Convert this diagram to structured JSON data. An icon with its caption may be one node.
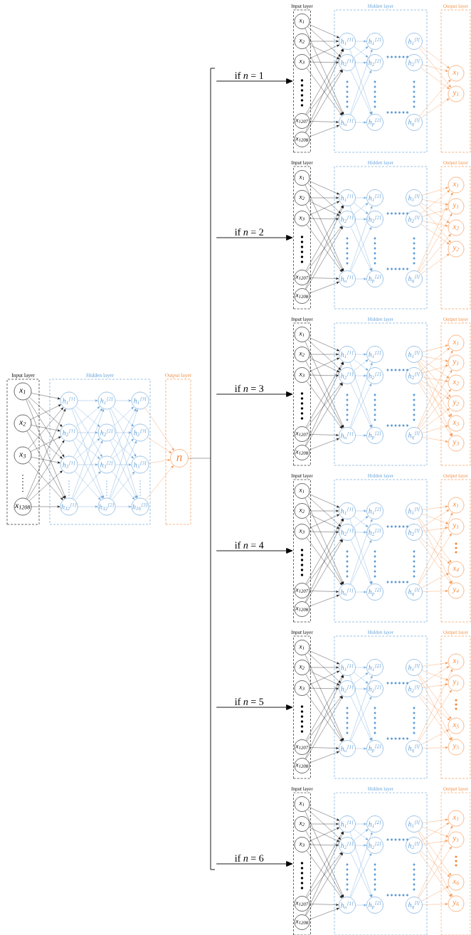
{
  "diagram": {
    "nodes": [
      {
        "text": [
          "Input layer"
        ]
      },
      {
        "text": [
          "x$_{1}$"
        ],
        "in": 0
      },
      {
        "text": [
          "x$_{2}$"
        ],
        "in": 0
      },
      {
        "text": [
          "x$_{3}$"
        ],
        "in": 0
      },
      {
        "text": [
          "x$_{1208}$"
        ],
        "in": 0
      },
      {
        "text": [
          "Hidden layer"
        ]
      },
      {
        "text": [
          "h$_{1}$$^{[1]}$"
        ],
        "in": 5
      },
      {
        "text": [
          "h$_{2}$$^{[1]}$"
        ],
        "in": 5
      },
      {
        "text": [
          "h$_{3}$$^{[1]}$"
        ],
        "in": 5
      },
      {
        "text": [
          "h$_{32}$$^{[1]}$"
        ],
        "in": 5
      },
      {
        "text": [
          "h$_{1}$$^{[2]}$"
        ],
        "in": 5
      },
      {
        "text": [
          "h$_{2}$$^{[2]}$"
        ],
        "in": 5
      },
      {
        "text": [
          "h$_{3}$$^{[2]}$"
        ],
        "in": 5
      },
      {
        "text": [
          "h$_{32}$$^{[2]}$"
        ],
        "in": 5
      },
      {
        "text": [
          "h$_{1}$$^{[3]}$"
        ],
        "in": 5
      },
      {
        "text": [
          "h$_{2}$$^{[3]}$"
        ],
        "in": 5
      },
      {
        "text": [
          "h$_{3}$$^{[3]}$"
        ],
        "in": 5
      },
      {
        "text": [
          "h$_{16}$$^{[3]}$"
        ],
        "in": 5
      },
      {
        "text": [
          "Output layer"
        ]
      },
      {
        "text": [
          "n"
        ],
        "in": 18
      },
      {
        "text": [
          "Input layer"
        ]
      },
      {
        "text": [
          "x$_{1}$"
        ],
        "in": 20
      },
      {
        "text": [
          "x$_{2}$"
        ],
        "in": 20
      },
      {
        "text": [
          "x$_{3}$"
        ],
        "in": 20
      },
      {
        "text": [
          "x$_{1207}$"
        ],
        "in": 20
      },
      {
        "text": [
          "x$_{1208}$"
        ],
        "in": 20
      },
      {
        "text": [
          "Hidden layer"
        ]
      },
      {
        "text": [
          "h$_{1}$$^{[1]}$"
        ],
        "in": 26
      },
      {
        "text": [
          "h$_{2}$$^{[1]}$"
        ],
        "in": 26
      },
      {
        "text": [
          "h$_{n}$$^{[1]}$"
        ],
        "in": 26
      },
      {
        "text": [
          "h$_{1}$$^{[2]}$"
        ],
        "in": 26
      },
      {
        "text": [
          "h$_{2}$$^{[2]}$"
        ],
        "in": 26
      },
      {
        "text": [
          "h$_{p}$$^{[2]}$"
        ],
        "in": 26
      },
      {
        "text": [
          "h$_{1}$$^{[l]}$"
        ],
        "in": 26
      },
      {
        "text": [
          "h$_{2}$$^{[l]}$"
        ],
        "in": 26
      },
      {
        "text": [
          "h$_{q}$$^{[l]}$"
        ],
        "in": 26
      },
      {
        "text": [
          "Output layer"
        ]
      },
      {
        "text": [
          "x$_{1}$"
        ],
        "in": 36
      },
      {
        "text": [
          "y$_{1}$"
        ],
        "in": 36
      },
      {
        "text": [
          "Input layer"
        ]
      },
      {
        "text": [
          "x$_{1}$"
        ],
        "in": 39
      },
      {
        "text": [
          "x$_{2}$"
        ],
        "in": 39
      },
      {
        "text": [
          "x$_{3}$"
        ],
        "in": 39
      },
      {
        "text": [
          "x$_{1207}$"
        ],
        "in": 39
      },
      {
        "text": [
          "x$_{1208}$"
        ],
        "in": 39
      },
      {
        "text": [
          "Hidden layer"
        ]
      },
      {
        "text": [
          "h$_{1}$$^{[1]}$"
        ],
        "in": 45
      },
      {
        "text": [
          "h$_{2}$$^{[1]}$"
        ],
        "in": 45
      },
      {
        "text": [
          "h$_{n}$$^{[1]}$"
        ],
        "in": 45
      },
      {
        "text": [
          "h$_{1}$$^{[2]}$"
        ],
        "in": 45
      },
      {
        "text": [
          "h$_{2}$$^{[2]}$"
        ],
        "in": 45
      },
      {
        "text": [
          "h$_{p}$$^{[2]}$"
        ],
        "in": 45
      },
      {
        "text": [
          "h$_{1}$$^{[l]}$"
        ],
        "in": 45
      },
      {
        "text": [
          "h$_{2}$$^{[l]}$"
        ],
        "in": 45
      },
      {
        "text": [
          "h$_{q}$$^{[l]}$"
        ],
        "in": 45
      },
      {
        "text": [
          "Output layer"
        ]
      },
      {
        "text": [
          "x$_{1}$"
        ],
        "in": 55
      },
      {
        "text": [
          "y$_{1}$"
        ],
        "in": 55
      },
      {
        "text": [
          "x$_{2}$"
        ],
        "in": 55
      },
      {
        "text": [
          "y$_{2}$"
        ],
        "in": 55
      },
      {
        "text": [
          "Input layer"
        ]
      },
      {
        "text": [
          "x$_{1}$"
        ],
        "in": 60
      },
      {
        "text": [
          "x$_{2}$"
        ],
        "in": 60
      },
      {
        "text": [
          "x$_{3}$"
        ],
        "in": 60
      },
      {
        "text": [
          "x$_{1207}$"
        ],
        "in": 60
      },
      {
        "text": [
          "x$_{1208}$"
        ],
        "in": 60
      },
      {
        "text": [
          "Hidden layer"
        ]
      },
      {
        "text": [
          "h$_{1}$$^{[1]}$"
        ],
        "in": 66
      },
      {
        "text": [
          "h$_{2}$$^{[1]}$"
        ],
        "in": 66
      },
      {
        "text": [
          "h$_{n}$$^{[1]}$"
        ],
        "in": 66
      },
      {
        "text": [
          "h$_{1}$$^{[2]}$"
        ],
        "in": 66
      },
      {
        "text": [
          "h$_{2}$$^{[2]}$"
        ],
        "in": 66
      },
      {
        "text": [
          "h$_{p}$$^{[2]}$"
        ],
        "in": 66
      },
      {
        "text": [
          "h$_{1}$$^{[l]}$"
        ],
        "in": 66
      },
      {
        "text": [
          "h$_{2}$$^{[l]}$"
        ],
        "in": 66
      },
      {
        "text": [
          "h$_{q}$$^{[l]}$"
        ],
        "in": 66
      },
      {
        "text": [
          "Output layer"
        ]
      },
      {
        "text": [
          "x$_{1}$"
        ],
        "in": 76
      },
      {
        "text": [
          "y$_{1}$"
        ],
        "in": 76
      },
      {
        "text": [
          "x$_{2}$"
        ],
        "in": 76
      },
      {
        "text": [
          "y$_{2}$"
        ],
        "in": 76
      },
      {
        "text": [
          "x$_{3}$"
        ],
        "in": 76
      },
      {
        "text": [
          "y$_{3}$"
        ],
        "in": 76
      },
      {
        "text": [
          "Input layer"
        ]
      },
      {
        "text": [
          "x$_{1}$"
        ],
        "in": 83
      },
      {
        "text": [
          "x$_{2}$"
        ],
        "in": 83
      },
      {
        "text": [
          "x$_{3}$"
        ],
        "in": 83
      },
      {
        "text": [
          "x$_{1207}$"
        ],
        "in": 83
      },
      {
        "text": [
          "x$_{1208}$"
        ],
        "in": 83
      },
      {
        "text": [
          "Hidden layer"
        ]
      },
      {
        "text": [
          "h$_{1}$$^{[1]}$"
        ],
        "in": 89
      },
      {
        "text": [
          "h$_{2}$$^{[1]}$"
        ],
        "in": 89
      },
      {
        "text": [
          "h$_{n}$$^{[1]}$"
        ],
        "in": 89
      },
      {
        "text": [
          "h$_{1}$$^{[2]}$"
        ],
        "in": 89
      },
      {
        "text": [
          "h$_{2}$$^{[2]}$"
        ],
        "in": 89
      },
      {
        "text": [
          "h$_{p}$$^{[2]}$"
        ],
        "in": 89
      },
      {
        "text": [
          "h$_{1}$$^{[l]}$"
        ],
        "in": 89
      },
      {
        "text": [
          "h$_{2}$$^{[l]}$"
        ],
        "in": 89
      },
      {
        "text": [
          "h$_{q}$$^{[l]}$"
        ],
        "in": 89
      },
      {
        "text": [
          "Output layer"
        ]
      },
      {
        "text": [
          "x$_{1}$"
        ],
        "in": 99
      },
      {
        "text": [
          "y$_{1}$"
        ],
        "in": 99
      },
      {
        "text": [
          "x$_{4}$"
        ],
        "in": 99
      },
      {
        "text": [
          "y$_{4}$"
        ],
        "in": 99
      },
      {
        "text": [
          "Input layer"
        ]
      },
      {
        "text": [
          "x$_{1}$"
        ],
        "in": 104
      },
      {
        "text": [
          "x$_{2}$"
        ],
        "in": 104
      },
      {
        "text": [
          "x$_{3}$"
        ],
        "in": 104
      },
      {
        "text": [
          "x$_{1207}$"
        ],
        "in": 104
      },
      {
        "text": [
          "x$_{1208}$"
        ],
        "in": 104
      },
      {
        "text": [
          "Hidden layer"
        ]
      },
      {
        "text": [
          "h$_{1}$$^{[1]}$"
        ],
        "in": 110
      },
      {
        "text": [
          "h$_{2}$$^{[1]}$"
        ],
        "in": 110
      },
      {
        "text": [
          "h$_{n}$$^{[1]}$"
        ],
        "in": 110
      },
      {
        "text": [
          "h$_{1}$$^{[2]}$"
        ],
        "in": 110
      },
      {
        "text": [
          "h$_{2}$$^{[2]}$"
        ],
        "in": 110
      },
      {
        "text": [
          "h$_{p}$$^{[2]}$"
        ],
        "in": 110
      },
      {
        "text": [
          "h$_{1}$$^{[l]}$"
        ],
        "in": 110
      },
      {
        "text": [
          "h$_{2}$$^{[l]}$"
        ],
        "in": 110
      },
      {
        "text": [
          "h$_{q}$$^{[l]}$"
        ],
        "in": 110
      },
      {
        "text": [
          "Output layer"
        ]
      },
      {
        "text": [
          "x$_{1}$"
        ],
        "in": 120
      },
      {
        "text": [
          "y$_{1}$"
        ],
        "in": 120
      },
      {
        "text": [
          "x$_{5}$"
        ],
        "in": 120
      },
      {
        "text": [
          "y$_{5}$"
        ],
        "in": 120
      },
      {
        "text": [
          "Input layer"
        ]
      },
      {
        "text": [
          "x$_{1}$"
        ],
        "in": 125
      },
      {
        "text": [
          "x$_{2}$"
        ],
        "in": 125
      },
      {
        "text": [
          "x$_{3}$"
        ],
        "in": 125
      },
      {
        "text": [
          "x$_{1207}$"
        ],
        "in": 125
      },
      {
        "text": [
          "x$_{1208}$"
        ],
        "in": 125
      },
      {
        "text": [
          "Hidden layer"
        ]
      },
      {
        "text": [
          "h$_{1}$$^{[1]}$"
        ],
        "in": 131
      },
      {
        "text": [
          "h$_{2}$$^{[1]}$"
        ],
        "in": 131
      },
      {
        "text": [
          "h$_{n}$$^{[1]}$"
        ],
        "in": 131
      },
      {
        "text": [
          "h$_{1}$$^{[2]}$"
        ],
        "in": 131
      },
      {
        "text": [
          "h$_{2}$$^{[2]}$"
        ],
        "in": 131
      },
      {
        "text": [
          "h$_{p}$$^{[2]}$"
        ],
        "in": 131
      },
      {
        "text": [
          "h$_{1}$$^{[l]}$"
        ],
        "in": 131
      },
      {
        "text": [
          "h$_{2}$$^{[l]}$"
        ],
        "in": 131
      },
      {
        "text": [
          "h$_{q}$$^{[l]}$"
        ],
        "in": 131
      },
      {
        "text": [
          "Output layer"
        ]
      },
      {
        "text": [
          "x$_{1}$"
        ],
        "in": 141
      },
      {
        "text": [
          "y$_{1}$"
        ],
        "in": 141
      },
      {
        "text": [
          "x$_{6}$"
        ],
        "in": 141
      },
      {
        "text": [
          "y$_{6}$"
        ],
        "in": 141
      },
      {
        "text": [],
        "shape": "bracket"
      }
    ],
    "edges": [
      {
        "from": 1,
        "to": 6,
        "arrow": "to"
      },
      {
        "from": 1,
        "to": 7,
        "arrow": "to"
      },
      {
        "from": 1,
        "to": 8,
        "arrow": "to"
      },
      {
        "from": 1,
        "to": 9,
        "arrow": "to"
      },
      {
        "from": 2,
        "to": 6,
        "arrow": "to"
      },
      {
        "from": 2,
        "to": 7,
        "arrow": "to"
      },
      {
        "from": 2,
        "to": 8,
        "arrow": "to"
      },
      {
        "from": 2,
        "to": 9,
        "arrow": "to"
      },
      {
        "from": 3,
        "to": 6,
        "arrow": "to"
      },
      {
        "from": 3,
        "to": 7,
        "arrow": "to"
      },
      {
        "from": 3,
        "to": 8,
        "arrow": "to"
      },
      {
        "from": 3,
        "to": 9,
        "arrow": "to"
      },
      {
        "from": 4,
        "to": 6,
        "arrow": "to"
      },
      {
        "from": 4,
        "to": 7,
        "arrow": "to"
      },
      {
        "from": 4,
        "to": 8,
        "arrow": "to"
      },
      {
        "from": 4,
        "to": 9,
        "arrow": "to"
      },
      {
        "from": 6,
        "to": 10,
        "arrow": "to",
        "color": "#5b9bd5"
      },
      {
        "from": 6,
        "to": 11,
        "arrow": "to",
        "color": "#5b9bd5"
      },
      {
        "from": 6,
        "to": 12,
        "arrow": "to",
        "color": "#5b9bd5"
      },
      {
        "from": 6,
        "to": 13,
        "arrow": "to",
        "color": "#5b9bd5"
      },
      {
        "from": 7,
        "to": 10,
        "arrow": "to",
        "color": "#5b9bd5"
      },
      {
        "from": 7,
        "to": 11,
        "arrow": "to",
        "color": "#5b9bd5"
      },
      {
        "from": 7,
        "to": 12,
        "arrow": "to",
        "color": "#5b9bd5"
      },
      {
        "from": 7,
        "to": 13,
        "arrow": "to",
        "color": "#5b9bd5"
      },
      {
        "from": 8,
        "to": 10,
        "arrow": "to",
        "color": "#5b9bd5"
      },
      {
        "from": 8,
        "to": 11,
        "arrow": "to",
        "color": "#5b9bd5"
      },
      {
        "from": 8,
        "to": 12,
        "arrow": "to",
        "color": "#5b9bd5"
      },
      {
        "from": 8,
        "to": 13,
        "arrow": "to",
        "color": "#5b9bd5"
      },
      {
        "from": 9,
        "to": 10,
        "arrow": "to",
        "color": "#5b9bd5"
      },
      {
        "from": 9,
        "to": 11,
        "arrow": "to",
        "color": "#5b9bd5"
      },
      {
        "from": 9,
        "to": 12,
        "arrow": "to",
        "color": "#5b9bd5"
      },
      {
        "from": 9,
        "to": 13,
        "arrow": "to",
        "color": "#5b9bd5"
      },
      {
        "from": 10,
        "to": 14,
        "arrow": "to",
        "color": "#5b9bd5"
      },
      {
        "from": 10,
        "to": 15,
        "arrow": "to",
        "color": "#5b9bd5"
      },
      {
        "from": 10,
        "to": 16,
        "arrow": "to",
        "color": "#5b9bd5"
      },
      {
        "from": 10,
        "to": 17,
        "arrow": "to",
        "color": "#5b9bd5"
      },
      {
        "from": 11,
        "to": 14,
        "arrow": "to",
        "color": "#5b9bd5"
      },
      {
        "from": 11,
        "to": 15,
        "arrow": "to",
        "color": "#5b9bd5"
      },
      {
        "from": 11,
        "to": 16,
        "arrow": "to",
        "color": "#5b9bd5"
      },
      {
        "from": 11,
        "to": 17,
        "arrow": "to",
        "color": "#5b9bd5"
      },
      {
        "from": 12,
        "to": 14,
        "arrow": "to",
        "color": "#5b9bd5"
      },
      {
        "from": 12,
        "to": 15,
        "arrow": "to",
        "color": "#5b9bd5"
      },
      {
        "from": 12,
        "to": 16,
        "arrow": "to",
        "color": "#5b9bd5"
      },
      {
        "from": 12,
        "to": 17,
        "arrow": "to",
        "color": "#5b9bd5"
      },
      {
        "from": 13,
        "to": 14,
        "arrow": "to",
        "color": "#5b9bd5"
      },
      {
        "from": 13,
        "to": 15,
        "arrow": "to",
        "color": "#5b9bd5"
      },
      {
        "from": 13,
        "to": 16,
        "arrow": "to",
        "color": "#5b9bd5"
      },
      {
        "from": 13,
        "to": 17,
        "arrow": "to",
        "color": "#5b9bd5"
      },
      {
        "from": 14,
        "to": 19,
        "arrow": "to",
        "color": "#f4883a"
      },
      {
        "from": 15,
        "to": 19,
        "arrow": "to",
        "color": "#f4883a"
      },
      {
        "from": 16,
        "to": 19,
        "arrow": "to",
        "color": "#f4883a"
      },
      {
        "from": 17,
        "to": 19,
        "arrow": "to",
        "color": "#f4883a"
      },
      {
        "from": 146,
        "to": 20,
        "arrow": "to",
        "label": "if *n* = 1"
      },
      {
        "from": 21,
        "to": 27,
        "arrow": "to"
      },
      {
        "from": 21,
        "to": 28,
        "arrow": "to"
      },
      {
        "from": 21,
        "to": 29,
        "arrow": "to"
      },
      {
        "from": 22,
        "to": 27,
        "arrow": "to"
      },
      {
        "from": 22,
        "to": 28,
        "arrow": "to"
      },
      {
        "from": 22,
        "to": 29,
        "arrow": "to"
      },
      {
        "from": 23,
        "to": 27,
        "arrow": "to"
      },
      {
        "from": 23,
        "to": 28,
        "arrow": "to"
      },
      {
        "from": 23,
        "to": 29,
        "arrow": "to"
      },
      {
        "from": 24,
        "to": 27,
        "arrow": "to"
      },
      {
        "from": 24,
        "to": 28,
        "arrow": "to"
      },
      {
        "from": 24,
        "to": 29,
        "arrow": "to"
      },
      {
        "from": 25,
        "to": 27,
        "arrow": "to"
      },
      {
        "from": 25,
        "to": 28,
        "arrow": "to"
      },
      {
        "from": 25,
        "to": 29,
        "arrow": "to"
      },
      {
        "from": 27,
        "to": 30,
        "arrow": "to",
        "color": "#5b9bd5"
      },
      {
        "from": 27,
        "to": 31,
        "arrow": "to",
        "color": "#5b9bd5"
      },
      {
        "from": 27,
        "to": 32,
        "arrow": "to",
        "color": "#5b9bd5"
      },
      {
        "from": 28,
        "to": 30,
        "arrow": "to",
        "color": "#5b9bd5"
      },
      {
        "from": 28,
        "to": 31,
        "arrow": "to",
        "color": "#5b9bd5"
      },
      {
        "from": 28,
        "to": 32,
        "arrow": "to",
        "color": "#5b9bd5"
      },
      {
        "from": 29,
        "to": 30,
        "arrow": "to",
        "color": "#5b9bd5"
      },
      {
        "from": 29,
        "to": 31,
        "arrow": "to",
        "color": "#5b9bd5"
      },
      {
        "from": 29,
        "to": 32,
        "arrow": "to",
        "color": "#5b9bd5"
      },
      {
        "from": 33,
        "to": 37,
        "arrow": "to",
        "color": "#f4883a"
      },
      {
        "from": 33,
        "to": 38,
        "arrow": "to",
        "color": "#f4883a"
      },
      {
        "from": 34,
        "to": 37,
        "arrow": "to",
        "color": "#f4883a"
      },
      {
        "from": 34,
        "to": 38,
        "arrow": "to",
        "color": "#f4883a"
      },
      {
        "from": 35,
        "to": 37,
        "arrow": "to",
        "color": "#f4883a"
      },
      {
        "from": 35,
        "to": 38,
        "arrow": "to",
        "color": "#f4883a"
      },
      {
        "from": 146,
        "to": 39,
        "arrow": "to",
        "label": "if *n* = 2"
      },
      {
        "from": 40,
        "to": 46,
        "arrow": "to"
      },
      {
        "from": 40,
        "to": 47,
        "arrow": "to"
      },
      {
        "from": 40,
        "to": 48,
        "arrow": "to"
      },
      {
        "from": 41,
        "to": 46,
        "arrow": "to"
      },
      {
        "from": 41,
        "to": 47,
        "arrow": "to"
      },
      {
        "from": 41,
        "to": 48,
        "arrow": "to"
      },
      {
        "from": 42,
        "to": 46,
        "arrow": "to"
      },
      {
        "from": 42,
        "to": 47,
        "arrow": "to"
      },
      {
        "from": 42,
        "to": 48,
        "arrow": "to"
      },
      {
        "from": 43,
        "to": 46,
        "arrow": "to"
      },
      {
        "from": 43,
        "to": 47,
        "arrow": "to"
      },
      {
        "from": 43,
        "to": 48,
        "arrow": "to"
      },
      {
        "from": 44,
        "to": 46,
        "arrow": "to"
      },
      {
        "from": 44,
        "to": 47,
        "arrow": "to"
      },
      {
        "from": 44,
        "to": 48,
        "arrow": "to"
      },
      {
        "from": 46,
        "to": 49,
        "arrow": "to",
        "color": "#5b9bd5"
      },
      {
        "from": 46,
        "to": 50,
        "arrow": "to",
        "color": "#5b9bd5"
      },
      {
        "from": 46,
        "to": 51,
        "arrow": "to",
        "color": "#5b9bd5"
      },
      {
        "from": 47,
        "to": 49,
        "arrow": "to",
        "color": "#5b9bd5"
      },
      {
        "from": 47,
        "to": 50,
        "arrow": "to",
        "color": "#5b9bd5"
      },
      {
        "from": 47,
        "to": 51,
        "arrow": "to",
        "color": "#5b9bd5"
      },
      {
        "from": 48,
        "to": 49,
        "arrow": "to",
        "color": "#5b9bd5"
      },
      {
        "from": 48,
        "to": 50,
        "arrow": "to",
        "color": "#5b9bd5"
      },
      {
        "from": 48,
        "to": 51,
        "arrow": "to",
        "color": "#5b9bd5"
      },
      {
        "from": 52,
        "to": 56,
        "arrow": "to",
        "color": "#f4883a"
      },
      {
        "from": 52,
        "to": 57,
        "arrow": "to",
        "color": "#f4883a"
      },
      {
        "from": 52,
        "to": 58,
        "arrow": "to",
        "color": "#f4883a"
      },
      {
        "from": 52,
        "to": 59,
        "arrow": "to",
        "color": "#f4883a"
      },
      {
        "from": 53,
        "to": 56,
        "arrow": "to",
        "color": "#f4883a"
      },
      {
        "from": 53,
        "to": 57,
        "arrow": "to",
        "color": "#f4883a"
      },
      {
        "from": 53,
        "to": 58,
        "arrow": "to",
        "color": "#f4883a"
      },
      {
        "from": 53,
        "to": 59,
        "arrow": "to",
        "color": "#f4883a"
      },
      {
        "from": 54,
        "to": 56,
        "arrow": "to",
        "color": "#f4883a"
      },
      {
        "from": 54,
        "to": 57,
        "arrow": "to",
        "color": "#f4883a"
      },
      {
        "from": 54,
        "to": 58,
        "arrow": "to",
        "color": "#f4883a"
      },
      {
        "from": 54,
        "to": 59,
        "arrow": "to",
        "color": "#f4883a"
      },
      {
        "from": 146,
        "to": 60,
        "arrow": "to",
        "label": "if *n* = 3"
      },
      {
        "from": 61,
        "to": 67,
        "arrow": "to"
      },
      {
        "from": 61,
        "to": 68,
        "arrow": "to"
      },
      {
        "from": 61,
        "to": 69,
        "arrow": "to"
      },
      {
        "from": 62,
        "to": 67,
        "arrow": "to"
      },
      {
        "from": 62,
        "to": 68,
        "arrow": "to"
      },
      {
        "from": 62,
        "to": 69,
        "arrow": "to"
      },
      {
        "from": 63,
        "to": 67,
        "arrow": "to"
      },
      {
        "from": 63,
        "to": 68,
        "arrow": "to"
      },
      {
        "from": 63,
        "to": 69,
        "arrow": "to"
      },
      {
        "from": 64,
        "to": 67,
        "arrow": "to"
      },
      {
        "from": 64,
        "to": 68,
        "arrow": "to"
      },
      {
        "from": 64,
        "to": 69,
        "arrow": "to"
      },
      {
        "from": 65,
        "to": 67,
        "arrow": "to"
      },
      {
        "from": 65,
        "to": 68,
        "arrow": "to"
      },
      {
        "from": 65,
        "to": 69,
        "arrow": "to"
      },
      {
        "from": 67,
        "to": 70,
        "arrow": "to",
        "color": "#5b9bd5"
      },
      {
        "from": 67,
        "to": 71,
        "arrow": "to",
        "color": "#5b9bd5"
      },
      {
        "from": 67,
        "to": 72,
        "arrow": "to",
        "color": "#5b9bd5"
      },
      {
        "from": 68,
        "to": 70,
        "arrow": "to",
        "color": "#5b9bd5"
      },
      {
        "from": 68,
        "to": 71,
        "arrow": "to",
        "color": "#5b9bd5"
      },
      {
        "from": 68,
        "to": 72,
        "arrow": "to",
        "color": "#5b9bd5"
      },
      {
        "from": 69,
        "to": 70,
        "arrow": "to",
        "color": "#5b9bd5"
      },
      {
        "from": 69,
        "to": 71,
        "arrow": "to",
        "color": "#5b9bd5"
      },
      {
        "from": 69,
        "to": 72,
        "arrow": "to",
        "color": "#5b9bd5"
      },
      {
        "from": 73,
        "to": 77,
        "arrow": "to",
        "color": "#f4883a"
      },
      {
        "from": 73,
        "to": 78,
        "arrow": "to",
        "color": "#f4883a"
      },
      {
        "from": 73,
        "to": 79,
        "arrow": "to",
        "color": "#f4883a"
      },
      {
        "from": 73,
        "to": 80,
        "arrow": "to",
        "color": "#f4883a"
      },
      {
        "from": 73,
        "to": 81,
        "arrow": "to",
        "color": "#f4883a"
      },
      {
        "from": 73,
        "to": 82,
        "arrow": "to",
        "color": "#f4883a"
      },
      {
        "from": 74,
        "to": 77,
        "arrow": "to",
        "color": "#f4883a"
      },
      {
        "from": 74,
        "to": 78,
        "arrow": "to",
        "color": "#f4883a"
      },
      {
        "from": 74,
        "to": 79,
        "arrow": "to",
        "color": "#f4883a"
      },
      {
        "from": 74,
        "to": 80,
        "arrow": "to",
        "color": "#f4883a"
      },
      {
        "from": 74,
        "to": 81,
        "arrow": "to",
        "color": "#f4883a"
      },
      {
        "from": 74,
        "to": 82,
        "arrow": "to",
        "color": "#f4883a"
      },
      {
        "from": 75,
        "to": 77,
        "arrow": "to",
        "color": "#f4883a"
      },
      {
        "from": 75,
        "to": 78,
        "arrow": "to",
        "color": "#f4883a"
      },
      {
        "from": 75,
        "to": 79,
        "arrow": "to",
        "color": "#f4883a"
      },
      {
        "from": 75,
        "to": 80,
        "arrow": "to",
        "color": "#f4883a"
      },
      {
        "from": 75,
        "to": 81,
        "arrow": "to",
        "color": "#f4883a"
      },
      {
        "from": 75,
        "to": 82,
        "arrow": "to",
        "color": "#f4883a"
      },
      {
        "from": 146,
        "to": 83,
        "arrow": "to",
        "label": "if *n* = 4"
      },
      {
        "from": 84,
        "to": 90,
        "arrow": "to"
      },
      {
        "from": 84,
        "to": 91,
        "arrow": "to"
      },
      {
        "from": 84,
        "to": 92,
        "arrow": "to"
      },
      {
        "from": 85,
        "to": 90,
        "arrow": "to"
      },
      {
        "from": 85,
        "to": 91,
        "arrow": "to"
      },
      {
        "from": 85,
        "to": 92,
        "arrow": "to"
      },
      {
        "from": 86,
        "to": 90,
        "arrow": "to"
      },
      {
        "from": 86,
        "to": 91,
        "arrow": "to"
      },
      {
        "from": 86,
        "to": 92,
        "arrow": "to"
      },
      {
        "from": 87,
        "to": 90,
        "arrow": "to"
      },
      {
        "from": 87,
        "to": 91,
        "arrow": "to"
      },
      {
        "from": 87,
        "to": 92,
        "arrow": "to"
      },
      {
        "from": 88,
        "to": 90,
        "arrow": "to"
      },
      {
        "from": 88,
        "to": 91,
        "arrow": "to"
      },
      {
        "from": 88,
        "to": 92,
        "arrow": "to"
      },
      {
        "from": 90,
        "to": 93,
        "arrow": "to",
        "color": "#5b9bd5"
      },
      {
        "from": 90,
        "to": 94,
        "arrow": "to",
        "color": "#5b9bd5"
      },
      {
        "from": 90,
        "to": 95,
        "arrow": "to",
        "color": "#5b9bd5"
      },
      {
        "from": 91,
        "to": 93,
        "arrow": "to",
        "color": "#5b9bd5"
      },
      {
        "from": 91,
        "to": 94,
        "arrow": "to",
        "color": "#5b9bd5"
      },
      {
        "from": 91,
        "to": 95,
        "arrow": "to",
        "color": "#5b9bd5"
      },
      {
        "from": 92,
        "to": 93,
        "arrow": "to",
        "color": "#5b9bd5"
      },
      {
        "from": 92,
        "to": 94,
        "arrow": "to",
        "color": "#5b9bd5"
      },
      {
        "from": 92,
        "to": 95,
        "arrow": "to",
        "color": "#5b9bd5"
      },
      {
        "from": 96,
        "to": 100,
        "arrow": "to",
        "color": "#f4883a"
      },
      {
        "from": 96,
        "to": 101,
        "arrow": "to",
        "color": "#f4883a"
      },
      {
        "from": 96,
        "to": 102,
        "arrow": "to",
        "color": "#f4883a"
      },
      {
        "from": 96,
        "to": 103,
        "arrow": "to",
        "color": "#f4883a"
      },
      {
        "from": 97,
        "to": 100,
        "arrow": "to",
        "color": "#f4883a"
      },
      {
        "from": 97,
        "to": 101,
        "arrow": "to",
        "color": "#f4883a"
      },
      {
        "from": 97,
        "to": 102,
        "arrow": "to",
        "color": "#f4883a"
      },
      {
        "from": 97,
        "to": 103,
        "arrow": "to",
        "color": "#f4883a"
      },
      {
        "from": 98,
        "to": 100,
        "arrow": "to",
        "color": "#f4883a"
      },
      {
        "from": 98,
        "to": 101,
        "arrow": "to",
        "color": "#f4883a"
      },
      {
        "from": 98,
        "to": 102,
        "arrow": "to",
        "color": "#f4883a"
      },
      {
        "from": 98,
        "to": 103,
        "arrow": "to",
        "color": "#f4883a"
      },
      {
        "from": 146,
        "to": 104,
        "arrow": "to",
        "label": "if *n* = 5"
      },
      {
        "from": 105,
        "to": 111,
        "arrow": "to"
      },
      {
        "from": 105,
        "to": 112,
        "arrow": "to"
      },
      {
        "from": 105,
        "to": 113,
        "arrow": "to"
      },
      {
        "from": 106,
        "to": 111,
        "arrow": "to"
      },
      {
        "from": 106,
        "to": 112,
        "arrow": "to"
      },
      {
        "from": 106,
        "to": 113,
        "arrow": "to"
      },
      {
        "from": 107,
        "to": 111,
        "arrow": "to"
      },
      {
        "from": 107,
        "to": 112,
        "arrow": "to"
      },
      {
        "from": 107,
        "to": 113,
        "arrow": "to"
      },
      {
        "from": 108,
        "to": 111,
        "arrow": "to"
      },
      {
        "from": 108,
        "to": 112,
        "arrow": "to"
      },
      {
        "from": 108,
        "to": 113,
        "arrow": "to"
      },
      {
        "from": 109,
        "to": 111,
        "arrow": "to"
      },
      {
        "from": 109,
        "to": 112,
        "arrow": "to"
      },
      {
        "from": 109,
        "to": 113,
        "arrow": "to"
      },
      {
        "from": 111,
        "to": 114,
        "arrow": "to",
        "color": "#5b9bd5"
      },
      {
        "from": 111,
        "to": 115,
        "arrow": "to",
        "color": "#5b9bd5"
      },
      {
        "from": 111,
        "to": 116,
        "arrow": "to",
        "color": "#5b9bd5"
      },
      {
        "from": 112,
        "to": 114,
        "arrow": "to",
        "color": "#5b9bd5"
      },
      {
        "from": 112,
        "to": 115,
        "arrow": "to",
        "color": "#5b9bd5"
      },
      {
        "from": 112,
        "to": 116,
        "arrow": "to",
        "color": "#5b9bd5"
      },
      {
        "from": 113,
        "to": 114,
        "arrow": "to",
        "color": "#5b9bd5"
      },
      {
        "from": 113,
        "to": 115,
        "arrow": "to",
        "color": "#5b9bd5"
      },
      {
        "from": 113,
        "to": 116,
        "arrow": "to",
        "color": "#5b9bd5"
      },
      {
        "from": 117,
        "to": 121,
        "arrow": "to",
        "color": "#f4883a"
      },
      {
        "from": 117,
        "to": 122,
        "arrow": "to",
        "color": "#f4883a"
      },
      {
        "from": 117,
        "to": 123,
        "arrow": "to",
        "color": "#f4883a"
      },
      {
        "from": 117,
        "to": 124,
        "arrow": "to",
        "color": "#f4883a"
      },
      {
        "from": 118,
        "to": 121,
        "arrow": "to",
        "color": "#f4883a"
      },
      {
        "from": 118,
        "to": 122,
        "arrow": "to",
        "color": "#f4883a"
      },
      {
        "from": 118,
        "to": 123,
        "arrow": "to",
        "color": "#f4883a"
      },
      {
        "from": 118,
        "to": 124,
        "arrow": "to",
        "color": "#f4883a"
      },
      {
        "from": 119,
        "to": 121,
        "arrow": "to",
        "color": "#f4883a"
      },
      {
        "from": 119,
        "to": 122,
        "arrow": "to",
        "color": "#f4883a"
      },
      {
        "from": 119,
        "to": 123,
        "arrow": "to",
        "color": "#f4883a"
      },
      {
        "from": 119,
        "to": 124,
        "arrow": "to",
        "color": "#f4883a"
      },
      {
        "from": 146,
        "to": 125,
        "arrow": "to",
        "label": "if *n* = 6"
      },
      {
        "from": 126,
        "to": 132,
        "arrow": "to"
      },
      {
        "from": 126,
        "to": 133,
        "arrow": "to"
      },
      {
        "from": 126,
        "to": 134,
        "arrow": "to"
      },
      {
        "from": 127,
        "to": 132,
        "arrow": "to"
      },
      {
        "from": 127,
        "to": 133,
        "arrow": "to"
      },
      {
        "from": 127,
        "to": 134,
        "arrow": "to"
      },
      {
        "from": 128,
        "to": 132,
        "arrow": "to"
      },
      {
        "from": 128,
        "to": 133,
        "arrow": "to"
      },
      {
        "from": 128,
        "to": 134,
        "arrow": "to"
      },
      {
        "from": 129,
        "to": 132,
        "arrow": "to"
      },
      {
        "from": 129,
        "to": 133,
        "arrow": "to"
      },
      {
        "from": 129,
        "to": 134,
        "arrow": "to"
      },
      {
        "from": 130,
        "to": 132,
        "arrow": "to"
      },
      {
        "from": 130,
        "to": 133,
        "arrow": "to"
      },
      {
        "from": 130,
        "to": 134,
        "arrow": "to"
      },
      {
        "from": 132,
        "to": 135,
        "arrow": "to",
        "color": "#5b9bd5"
      },
      {
        "from": 132,
        "to": 136,
        "arrow": "to",
        "color": "#5b9bd5"
      },
      {
        "from": 132,
        "to": 137,
        "arrow": "to",
        "color": "#5b9bd5"
      },
      {
        "from": 133,
        "to": 135,
        "arrow": "to",
        "color": "#5b9bd5"
      },
      {
        "from": 133,
        "to": 136,
        "arrow": "to",
        "color": "#5b9bd5"
      },
      {
        "from": 133,
        "to": 137,
        "arrow": "to",
        "color": "#5b9bd5"
      },
      {
        "from": 134,
        "to": 135,
        "arrow": "to",
        "color": "#5b9bd5"
      },
      {
        "from": 134,
        "to": 136,
        "arrow": "to",
        "color": "#5b9bd5"
      },
      {
        "from": 134,
        "to": 137,
        "arrow": "to",
        "color": "#5b9bd5"
      },
      {
        "from": 138,
        "to": 142,
        "arrow": "to",
        "color": "#f4883a"
      },
      {
        "from": 138,
        "to": 143,
        "arrow": "to",
        "color": "#f4883a"
      },
      {
        "from": 138,
        "to": 144,
        "arrow": "to",
        "color": "#f4883a"
      },
      {
        "from": 138,
        "to": 145,
        "arrow": "to",
        "color": "#f4883a"
      },
      {
        "from": 139,
        "to": 142,
        "arrow": "to",
        "color": "#f4883a"
      },
      {
        "from": 139,
        "to": 143,
        "arrow": "to",
        "color": "#f4883a"
      },
      {
        "from": 139,
        "to": 144,
        "arrow": "to",
        "color": "#f4883a"
      },
      {
        "from": 139,
        "to": 145,
        "arrow": "to",
        "color": "#f4883a"
      },
      {
        "from": 140,
        "to": 142,
        "arrow": "to",
        "color": "#f4883a"
      },
      {
        "from": 140,
        "to": 143,
        "arrow": "to",
        "color": "#f4883a"
      },
      {
        "from": 140,
        "to": 144,
        "arrow": "to",
        "color": "#f4883a"
      },
      {
        "from": 140,
        "to": 145,
        "arrow": "to",
        "color": "#f4883a"
      },
      {
        "from": 19,
        "to": 146,
        "arrow": "none"
      }
    ]
  }
}
